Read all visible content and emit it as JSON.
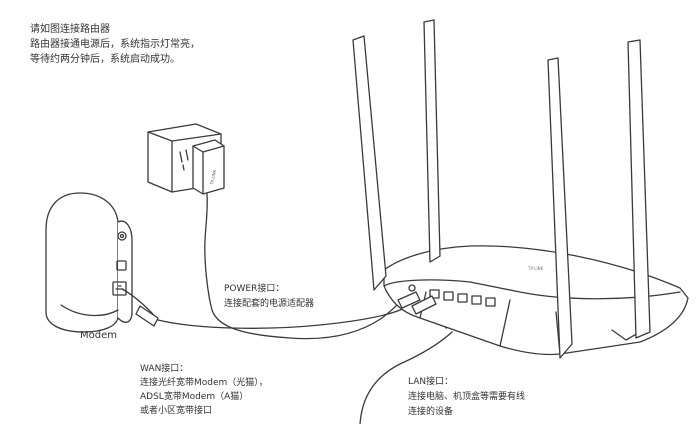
{
  "instructions": {
    "lines": [
      "请如图连接路由器",
      "路由器接通电源后，系统指示灯常亮，",
      "等待约两分钟后，系统启动成功。"
    ]
  },
  "labels": {
    "modem": "Modem",
    "power": [
      "POWER接口：",
      "连接配套的电源适配器"
    ],
    "wan": [
      "WAN接口：",
      "连接光纤宽带Modem（光猫），",
      "ADSL宽带Modem（A猫）",
      "或者小区宽带接口"
    ],
    "lan": [
      "LAN接口：",
      "连接电脑、机顶盒等需要有线",
      "连接的设备"
    ],
    "adapter_brand": "TP-LINK",
    "router_brand": "TP-LINK"
  },
  "colors": {
    "stroke": "#3a3a3a",
    "fill": "#ffffff",
    "shade": "#e6e6e6",
    "text": "#333333"
  }
}
